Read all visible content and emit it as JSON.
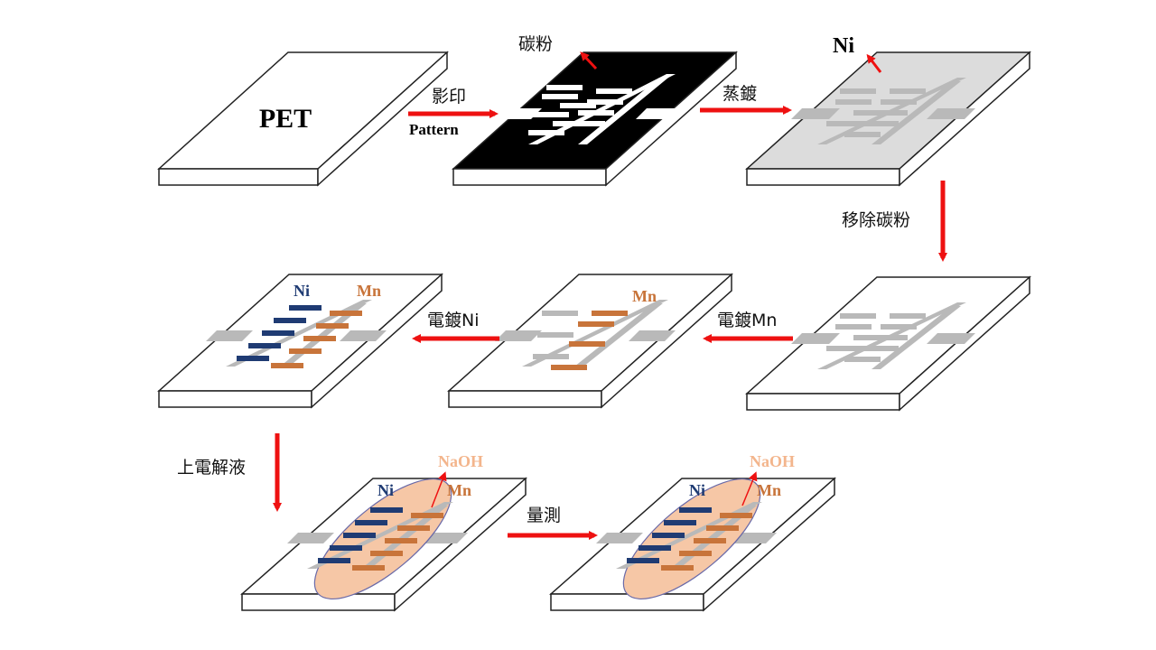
{
  "labels": {
    "pet": "PET",
    "toner": "碳粉",
    "print": "影印",
    "pattern": "Pattern",
    "ni_top": "Ni",
    "evaporate": "蒸鍍",
    "remove_toner": "移除碳粉",
    "plate_mn": "電鍍Mn",
    "plate_ni": "電鍍Ni",
    "mn_mid": "Mn",
    "ni_left": "Ni",
    "mn_left": "Mn",
    "electrolyte": "上電解液",
    "measure": "量測",
    "naoh_1": "NaOH",
    "ni_b1": "Ni",
    "mn_b1": "Mn",
    "naoh_2": "NaOH",
    "ni_b2": "Ni",
    "mn_b2": "Mn"
  },
  "colors": {
    "arrow": "#ee1111",
    "ni": "#1f3b73",
    "mn": "#c8743a",
    "electrode_gray": "#b9b9b9",
    "toner_black": "#000000",
    "evap_gray": "#dcdcdc",
    "electrolyte_fill": "#f6c7a6",
    "naoh_text": "#f3b58c"
  }
}
